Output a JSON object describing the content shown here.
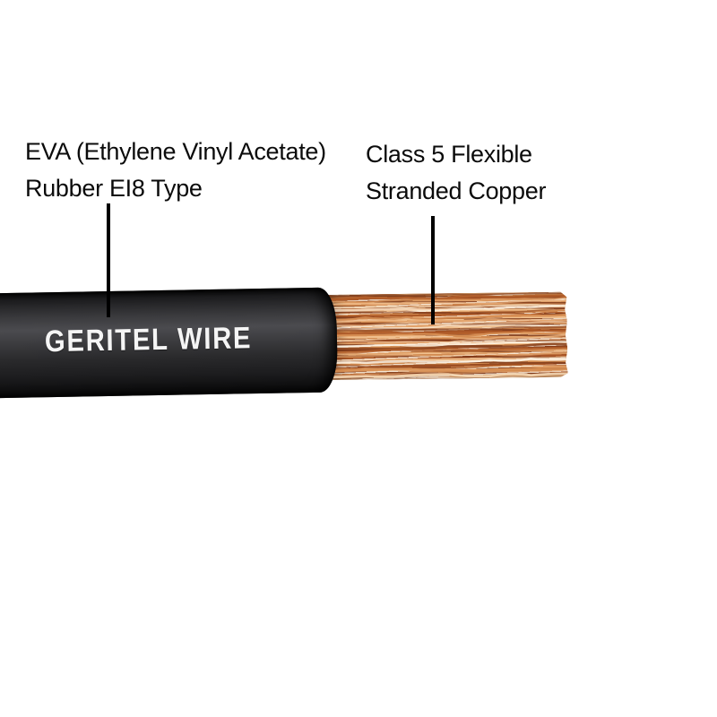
{
  "scene": {
    "background_color": "#ffffff",
    "pointer_color": "#000000",
    "labels": {
      "jacket": {
        "line1": "EVA (Ethylene Vinyl Acetate)",
        "line2": "Rubber EI8 Type"
      },
      "conductor": {
        "line1": "Class 5 Flexible",
        "line2": "Stranded Copper"
      }
    },
    "cable": {
      "brand_print": "GERITEL WIRE",
      "print_color": "#f5f5f5",
      "jacket_color": "#232325",
      "copper_base": "#c87a42",
      "copper_strand_colors": [
        "#8a431f",
        "#b05c28",
        "#d68d52",
        "#eab07c",
        "#f6d9b6",
        "#fdf3e4"
      ]
    }
  }
}
